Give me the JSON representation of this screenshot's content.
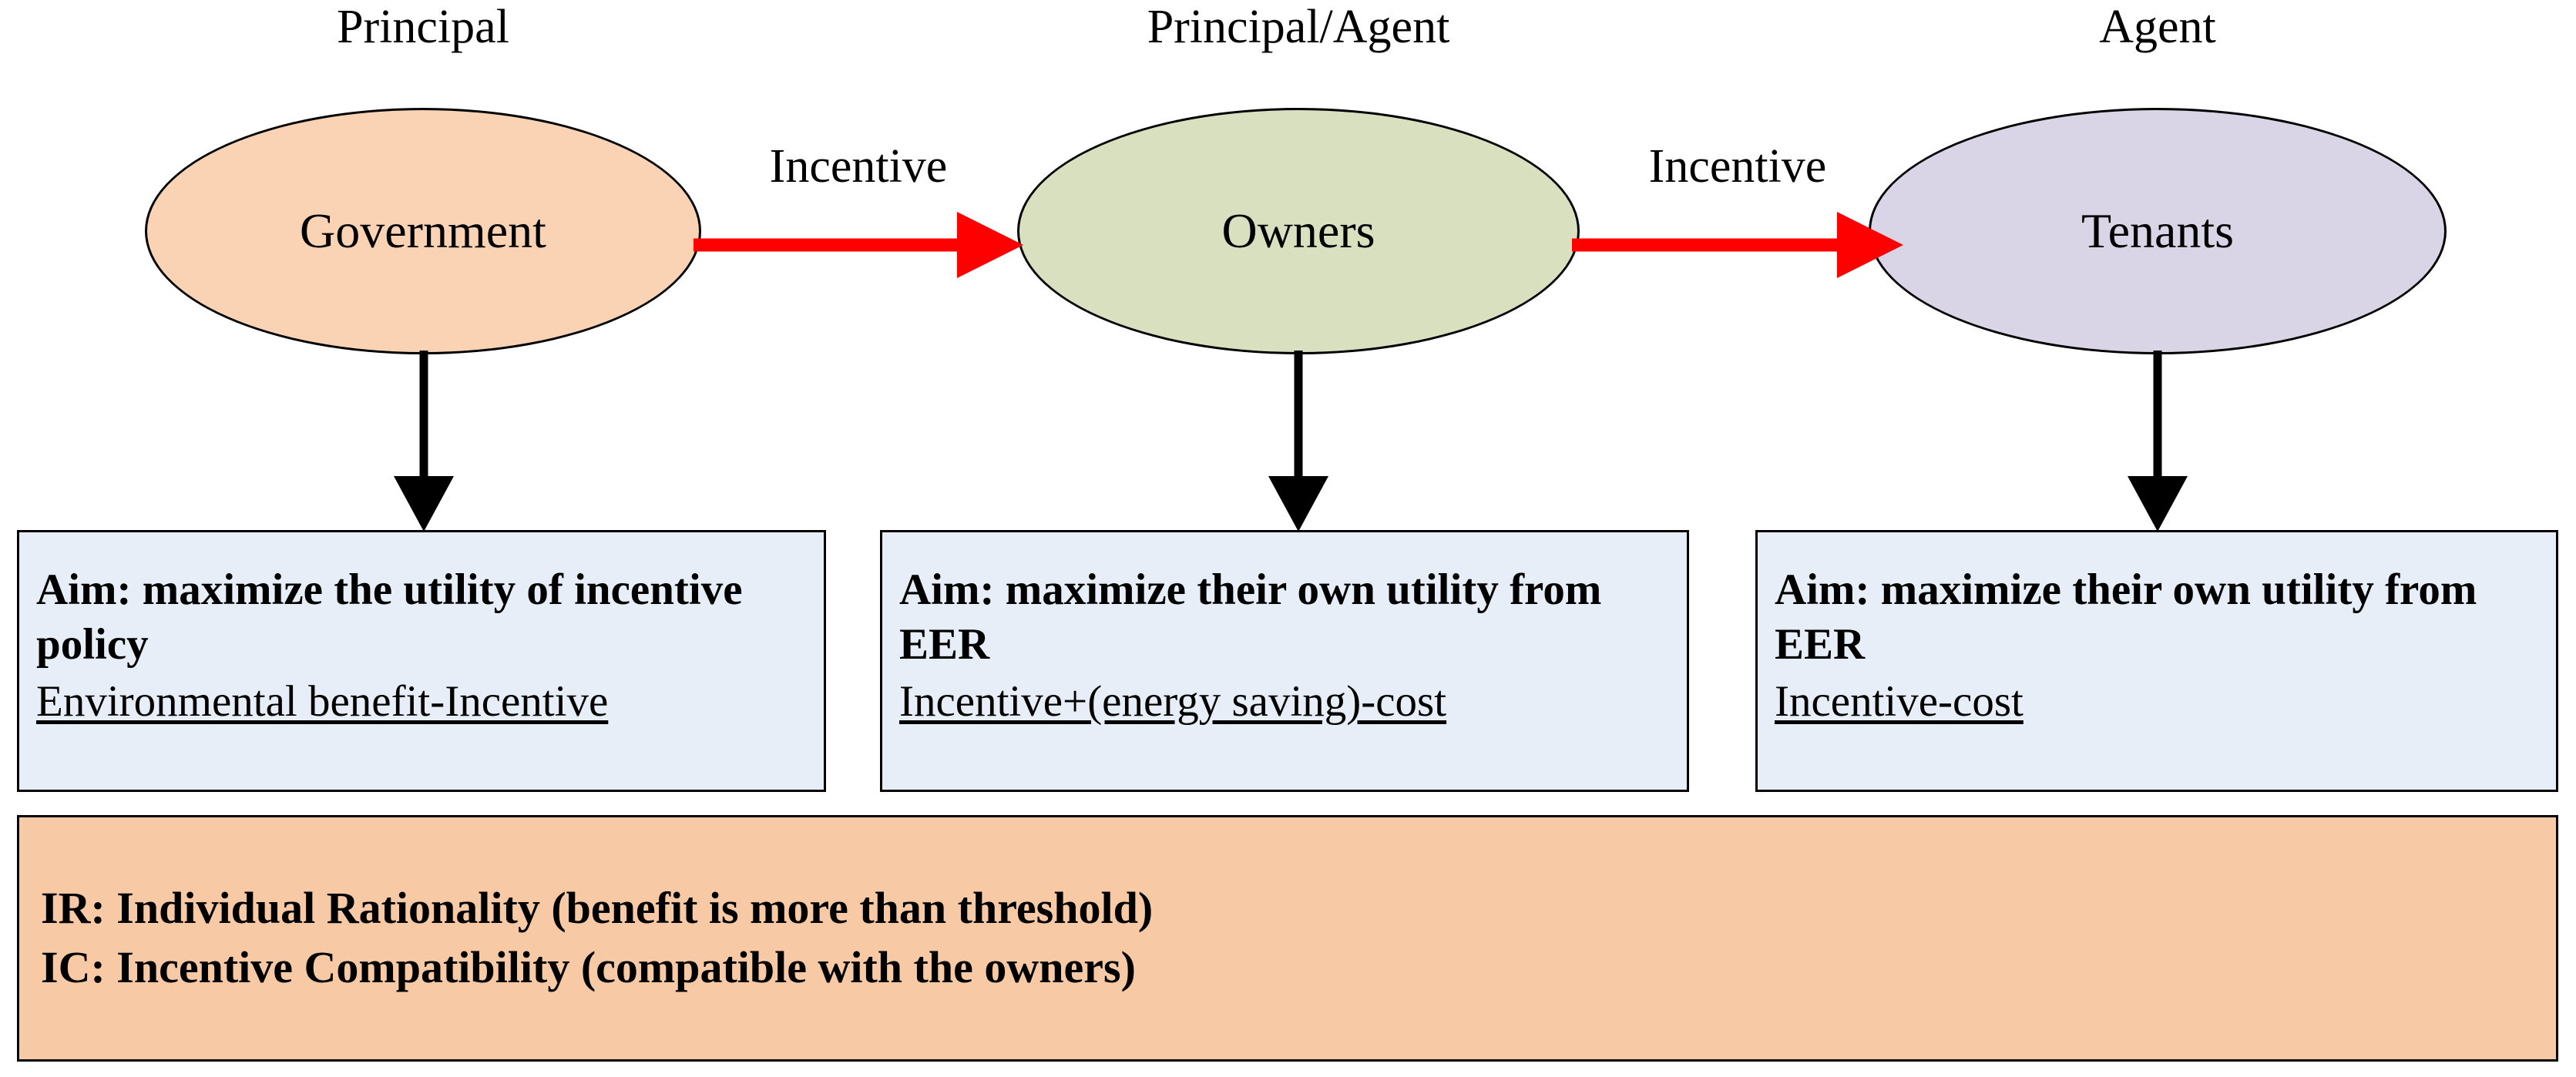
{
  "diagram": {
    "title": "Principal-Agent incentive structure for EER",
    "background": "#ffffff",
    "columns": [
      {
        "role_label": "Principal",
        "actor_name": "Government",
        "actor_fill": "#f9d3b4",
        "aim_head": "Aim: maximize the utility of incentive policy",
        "aim_formula": "Environmental benefit-Incentive"
      },
      {
        "role_label": "Principal/Agent",
        "actor_name": "Owners",
        "actor_fill": "#d9e0c0",
        "aim_head": "Aim: maximize their own utility from EER",
        "aim_formula": "Incentive+(energy saving)-cost"
      },
      {
        "role_label": "Agent",
        "actor_name": "Tenants",
        "actor_fill": "#dad5e6",
        "aim_head": "Aim: maximize their own utility from EER",
        "aim_formula": "Incentive-cost"
      }
    ],
    "edges": [
      {
        "label": "Incentive",
        "color": "#ff0000",
        "from": "Government",
        "to": "Owners"
      },
      {
        "label": "Incentive",
        "color": "#ff0000",
        "from": "Owners",
        "to": "Tenants"
      }
    ],
    "aim_box_fill": "#e7eef8",
    "constraints": {
      "fill": "#f7caa5",
      "lines": [
        "IR: Individual Rationality (benefit is more than threshold)",
        "IC: Incentive Compatibility (compatible with the owners)"
      ]
    }
  }
}
